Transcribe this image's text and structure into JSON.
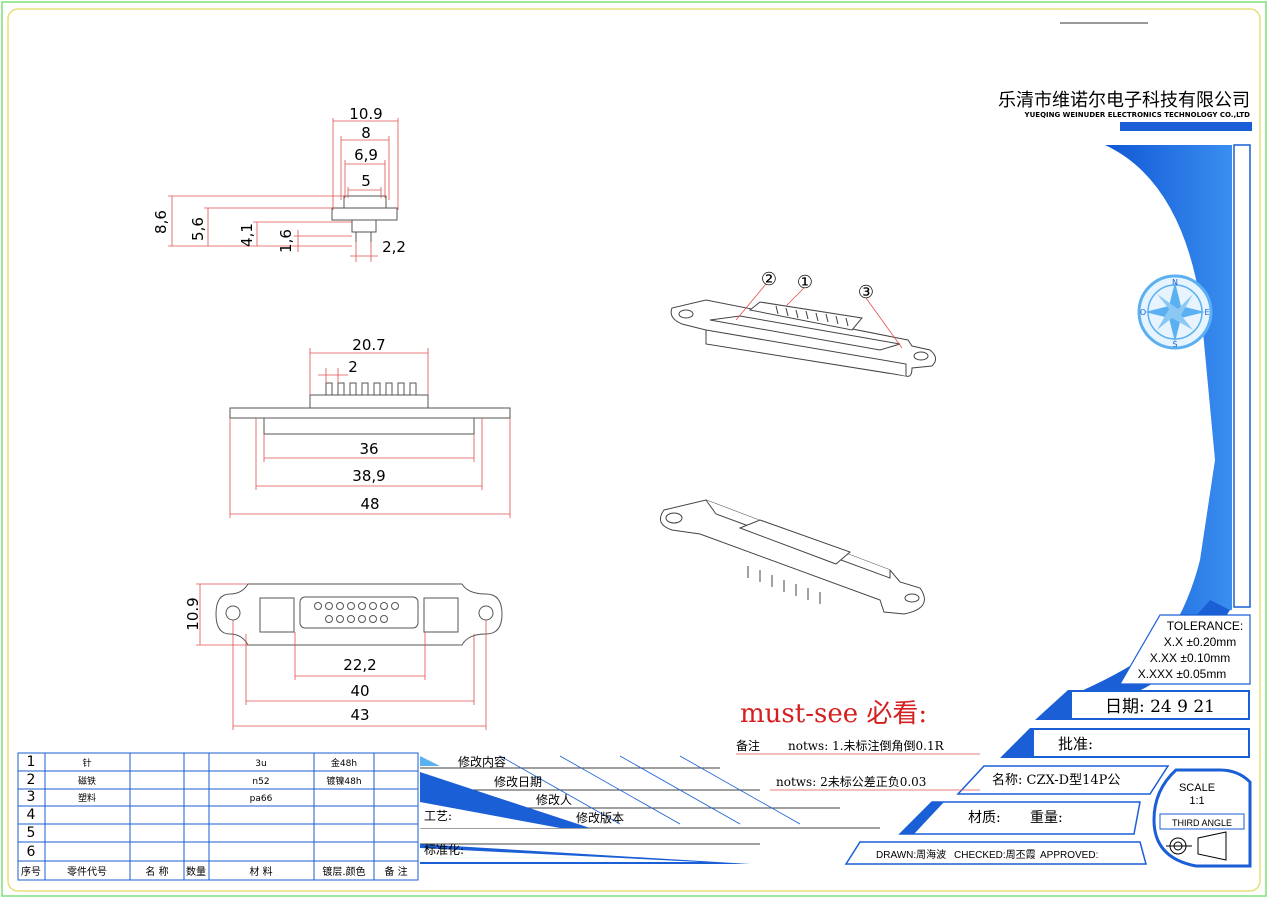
{
  "company": {
    "name_cn": "乐清市维诺尔电子科技有限公司",
    "name_en": "YUEQING WEINUDER ELECTRONICS TECHNOLOGY CO.,LTD"
  },
  "dims": {
    "top_view": [
      "10.9",
      "8",
      "6,9",
      "5",
      "8,6",
      "5,6",
      "4,1",
      "1,6",
      "2,2"
    ],
    "side_view": [
      "20.7",
      "2",
      "36",
      "38,9",
      "48"
    ],
    "front_view": [
      "10.9",
      "22,2",
      "40",
      "43"
    ]
  },
  "callouts": [
    "②",
    "①",
    "③"
  ],
  "tolerance": {
    "title": "TOLERANCE:",
    "lines": [
      "X.X  ±0.20mm",
      "X.XX  ±0.10mm",
      "X.XXX  ±0.05mm"
    ]
  },
  "title_block": {
    "date": "日期: 24 9 21",
    "approve": "批准:",
    "name": "名称: CZX-D型14P公",
    "material": "材质:",
    "weight": "重量:",
    "drawn": "DRAWN:周海波",
    "checked": "CHECKED:周丕霞",
    "approved": "APPROVED:",
    "scale_label": "SCALE",
    "scale_value": "1:1",
    "projection": "THIRD ANGLE"
  },
  "notes": {
    "must_see": "must-see 必看:",
    "remark_label": "备注",
    "note1": "notws: 1.未标注倒角倒0.1R",
    "note2": "notws: 2未标公差正负0.03"
  },
  "revision": {
    "content": "修改内容",
    "date": "修改日期",
    "person": "修改人",
    "version": "修改版本",
    "process": "工艺:",
    "standard": "标准化:"
  },
  "bom": {
    "header": [
      "序号",
      "零件代号",
      "名 称",
      "数量",
      "材  料",
      "镀层.颜色",
      "备 注"
    ],
    "rows": [
      [
        "1",
        "针",
        "",
        "",
        "3u",
        "金48h",
        ""
      ],
      [
        "2",
        "磁铁",
        "",
        "",
        "n52",
        "镀镍48h",
        ""
      ],
      [
        "3",
        "塑料",
        "",
        "",
        "pa66",
        "",
        ""
      ],
      [
        "4",
        "",
        "",
        "",
        "",
        "",
        ""
      ],
      [
        "5",
        "",
        "",
        "",
        "",
        "",
        ""
      ],
      [
        "6",
        "",
        "",
        "",
        "",
        "",
        ""
      ]
    ]
  },
  "colors": {
    "border_green": "#7fe07a",
    "border_yellow": "#e6e07a",
    "dim_red": "#e05050",
    "blue": "#1a5fd6",
    "note_red": "#d42020"
  }
}
